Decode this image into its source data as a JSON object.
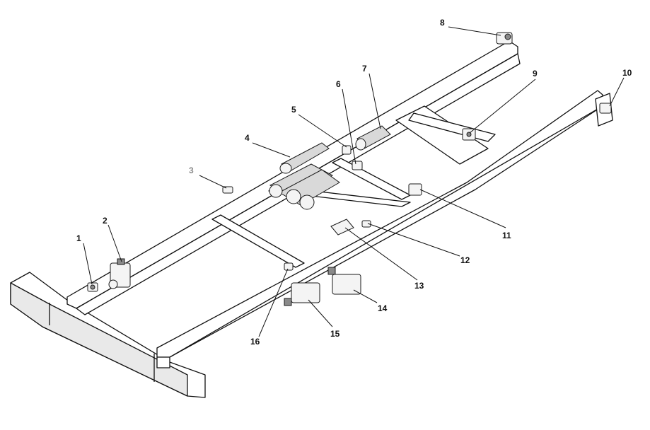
{
  "callouts": [
    {
      "id": "1",
      "label": "1",
      "muted": false
    },
    {
      "id": "2",
      "label": "2",
      "muted": false
    },
    {
      "id": "3",
      "label": "3",
      "muted": true
    },
    {
      "id": "4",
      "label": "4",
      "muted": false
    },
    {
      "id": "5",
      "label": "5",
      "muted": false
    },
    {
      "id": "6",
      "label": "6",
      "muted": false
    },
    {
      "id": "7",
      "label": "7",
      "muted": false
    },
    {
      "id": "8",
      "label": "8",
      "muted": false
    },
    {
      "id": "9",
      "label": "9",
      "muted": false
    },
    {
      "id": "10",
      "label": "10",
      "muted": false
    },
    {
      "id": "11",
      "label": "11",
      "muted": false
    },
    {
      "id": "12",
      "label": "12",
      "muted": false
    },
    {
      "id": "13",
      "label": "13",
      "muted": false
    },
    {
      "id": "14",
      "label": "14",
      "muted": false
    },
    {
      "id": "15",
      "label": "15",
      "muted": false
    },
    {
      "id": "16",
      "label": "16",
      "muted": false
    }
  ]
}
